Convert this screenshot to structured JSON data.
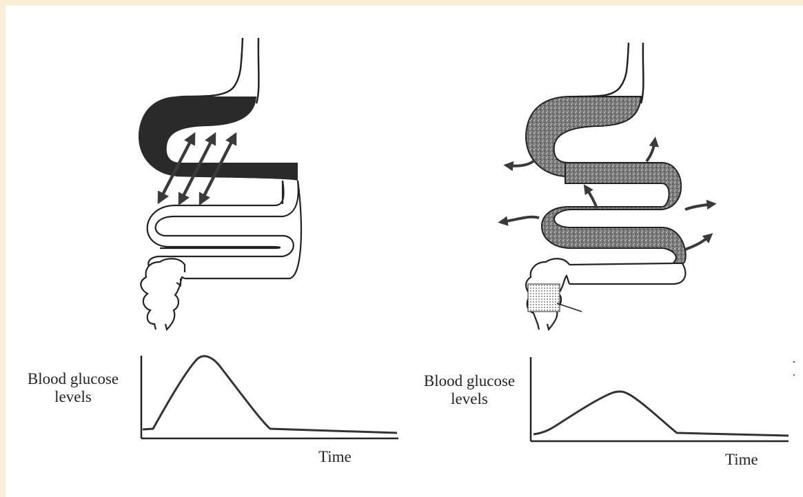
{
  "left_panel": {
    "graph": {
      "ylabel_line1": "Blood glucose",
      "ylabel_line2": "levels",
      "xlabel": "Time"
    }
  },
  "right_panel": {
    "graph": {
      "ylabel_line1": "Blood glucose",
      "ylabel_line2": "levels",
      "xlabel": "Time"
    }
  },
  "colors": {
    "background": "#f8eed6",
    "panel": "#ffffff",
    "ink": "#222222",
    "dark_fill": "#2a2a2a",
    "speckled_fill": "#6e6e6e"
  }
}
